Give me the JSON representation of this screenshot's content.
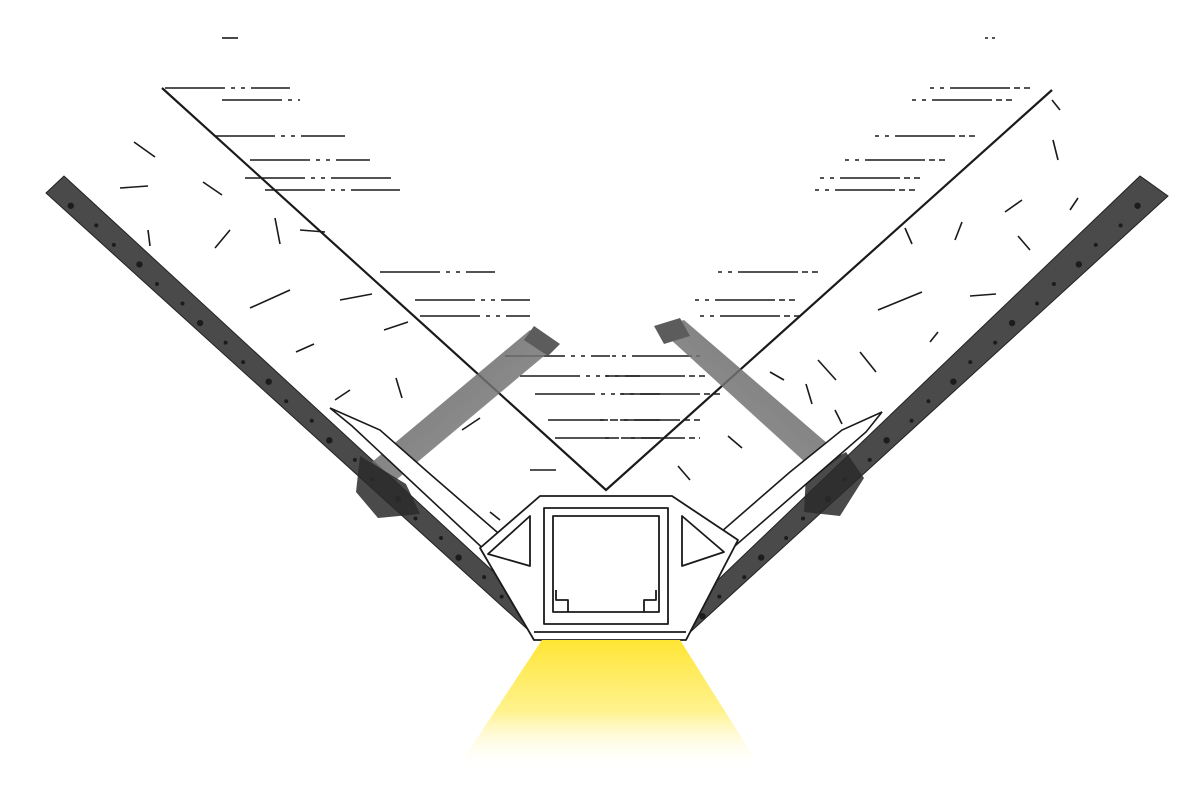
{
  "diagram": {
    "subject": "led-corner-profile-cross-section",
    "colors": {
      "background": "#ffffff",
      "wall_board": "#4a4a4a",
      "board_dots": "#1c1c1c",
      "outline": "#1a1a1a",
      "profile_fill": "#ffffff",
      "screw": "#6a6a6a",
      "screw_head": "#222222",
      "light": "#ffe533"
    },
    "parts": [
      {
        "id": "left-wall-board",
        "icon": "plasterboard"
      },
      {
        "id": "right-wall-board",
        "icon": "plasterboard"
      },
      {
        "id": "concrete-corner",
        "icon": "concrete-hatching"
      },
      {
        "id": "aluminium-profile",
        "icon": "u-channel-profile"
      },
      {
        "id": "left-screw",
        "icon": "screw"
      },
      {
        "id": "right-screw",
        "icon": "screw"
      },
      {
        "id": "light-beam",
        "icon": "light-cone"
      }
    ]
  }
}
